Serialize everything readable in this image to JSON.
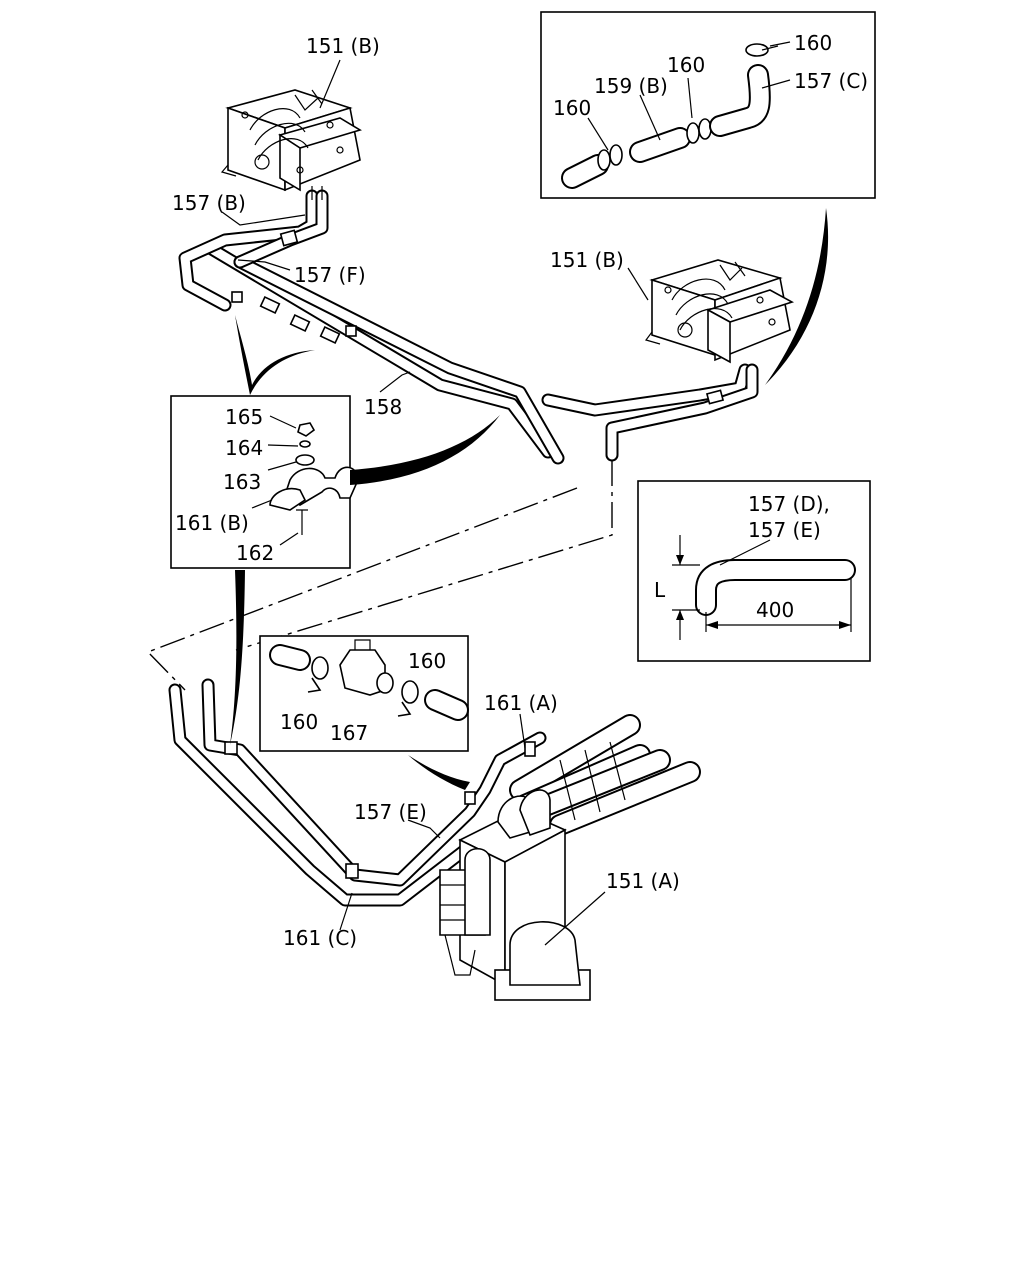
{
  "callouts": {
    "c151b_top": "151 (B)",
    "c157b": "157 (B)",
    "c157f": "157 (F)",
    "c158": "158",
    "c151b_right": "151 (B)",
    "c160_top": "160",
    "c160_mid": "160",
    "c159b": "159 (B)",
    "c160_left": "160",
    "c157c": "157 (C)",
    "c165": "165",
    "c164": "164",
    "c163": "163",
    "c161b": "161 (B)",
    "c162": "162",
    "c157de_line1": "157 (D),",
    "c157de_line2": "157 (E)",
    "cL": "L",
    "c400": "400",
    "c160_valve_left": "160",
    "c167": "167",
    "c160_valve_right": "160",
    "c161a": "161 (A)",
    "c157e": "157 (E)",
    "c151a": "151 (A)",
    "c161c": "161 (C)"
  }
}
